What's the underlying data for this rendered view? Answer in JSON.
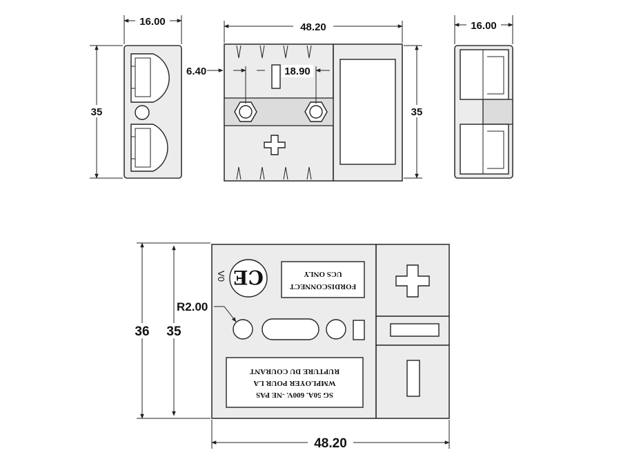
{
  "dimensions": {
    "side_left_width": "16.00",
    "side_left_height": "35",
    "top_width": "48.20",
    "top_height": "35",
    "inner_offset": "6.40",
    "hole_spacing": "18.90",
    "side_right_width": "16.00",
    "bottom_outer_height": "36",
    "bottom_inner_height": "35",
    "radius": "R2.00",
    "bottom_width": "48.20"
  },
  "markings": {
    "ce_mark": "CE",
    "small_mark": "V0",
    "brand_line1": "FORDISCONNECT",
    "brand_line2": "UCS ONLY",
    "warning_line1": "SG  50A. 600V. -NE   PAS",
    "warning_line2": "WMPLOYER POUR LA",
    "warning_line3": "RUPTURE DU COURANT"
  }
}
